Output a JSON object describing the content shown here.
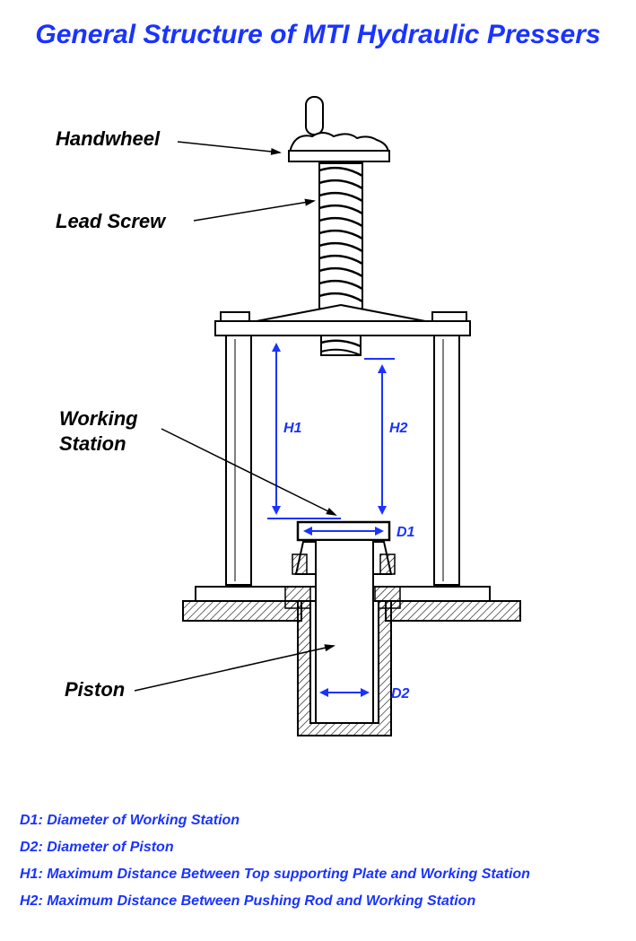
{
  "title": "General Structure of MTI Hydraulic Pressers",
  "labels": {
    "handwheel": "Handwheel",
    "lead_screw": "Lead Screw",
    "working_station_line1": "Working",
    "working_station_line2": "Station",
    "piston": "Piston"
  },
  "dimensions": {
    "h1": "H1",
    "h2": "H2",
    "d1": "D1",
    "d2": "D2"
  },
  "legend": [
    "D1: Diameter of Working Station",
    "D2: Diameter of Piston",
    "H1: Maximum Distance Between Top supporting Plate and Working Station",
    "H2: Maximum Distance Between Pushing Rod and Working Station"
  ],
  "colors": {
    "accent": "#1a33ff",
    "ink": "#000000"
  }
}
